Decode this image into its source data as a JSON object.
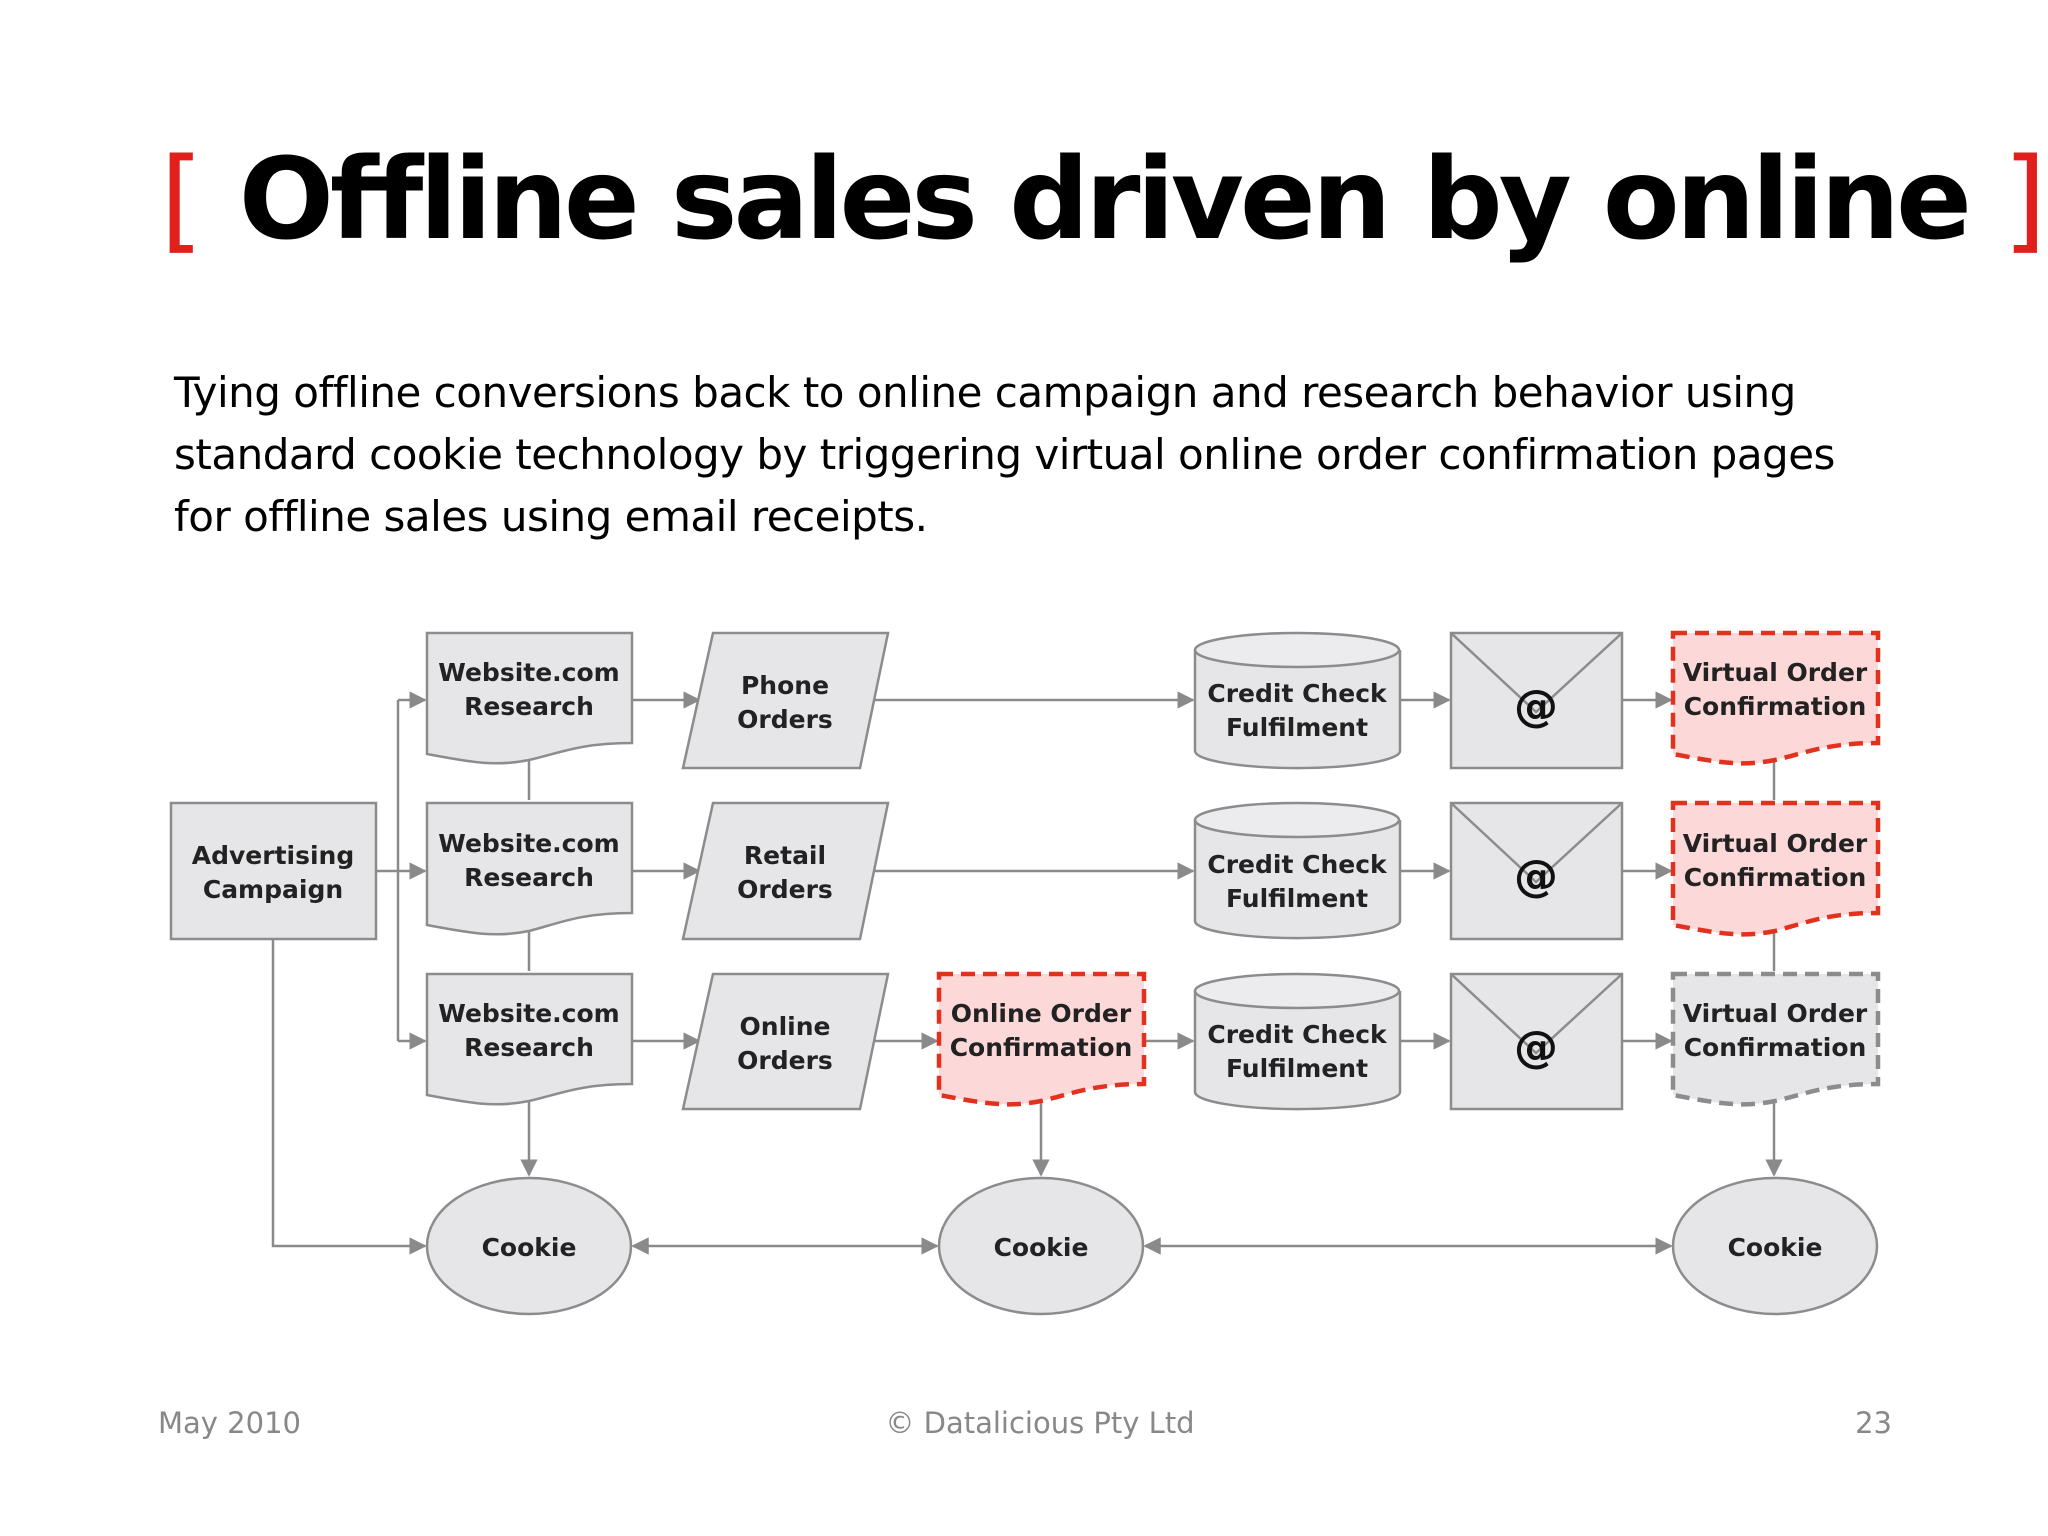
{
  "slide": {
    "bracket_open": "[",
    "title": "Offline sales driven by online",
    "bracket_close": "]",
    "subtitle": "Tying offline conversions back to online campaign and research behavior using standard cookie technology by triggering virtual online order confirmation pages for offline sales using email receipts.",
    "footer_date": "May 2010",
    "footer_copyright": "© Datalicious Pty Ltd",
    "page_number": "23"
  },
  "colors": {
    "accent": "#e1201e",
    "node_fill": "#e6e6e8",
    "node_stroke": "#8c8c8c",
    "highlight_fill": "#fdd8d8",
    "highlight_stroke": "#e2321e",
    "connector": "#8a8a8a"
  },
  "diagram": {
    "advertising": {
      "line1": "Advertising",
      "line2": "Campaign",
      "shape": "rectangle"
    },
    "research": [
      {
        "line1": "Website.com",
        "line2": "Research",
        "shape": "document"
      },
      {
        "line1": "Website.com",
        "line2": "Research",
        "shape": "document"
      },
      {
        "line1": "Website.com",
        "line2": "Research",
        "shape": "document"
      }
    ],
    "orders": [
      {
        "line1": "Phone",
        "line2": "Orders",
        "shape": "parallelogram"
      },
      {
        "line1": "Retail",
        "line2": "Orders",
        "shape": "parallelogram"
      },
      {
        "line1": "Online",
        "line2": "Orders",
        "shape": "parallelogram"
      }
    ],
    "online_confirmation": {
      "line1": "Online Order",
      "line2": "Confirmation",
      "shape": "document",
      "style": "dashed-red"
    },
    "credit_check": [
      {
        "line1": "Credit Check",
        "line2": "Fulfilment",
        "shape": "cylinder"
      },
      {
        "line1": "Credit Check",
        "line2": "Fulfilment",
        "shape": "cylinder"
      },
      {
        "line1": "Credit Check",
        "line2": "Fulfilment",
        "shape": "cylinder"
      }
    ],
    "email": [
      {
        "symbol": "@",
        "icon": "envelope-icon"
      },
      {
        "symbol": "@",
        "icon": "envelope-icon"
      },
      {
        "symbol": "@",
        "icon": "envelope-icon"
      }
    ],
    "virtual_confirmation": [
      {
        "line1": "Virtual Order",
        "line2": "Confirmation",
        "shape": "document",
        "style": "dashed-red"
      },
      {
        "line1": "Virtual Order",
        "line2": "Confirmation",
        "shape": "document",
        "style": "dashed-red"
      },
      {
        "line1": "Virtual Order",
        "line2": "Confirmation",
        "shape": "document",
        "style": "dashed-grey"
      }
    ],
    "cookies": [
      {
        "label": "Cookie",
        "shape": "ellipse"
      },
      {
        "label": "Cookie",
        "shape": "ellipse"
      },
      {
        "label": "Cookie",
        "shape": "ellipse"
      }
    ]
  }
}
